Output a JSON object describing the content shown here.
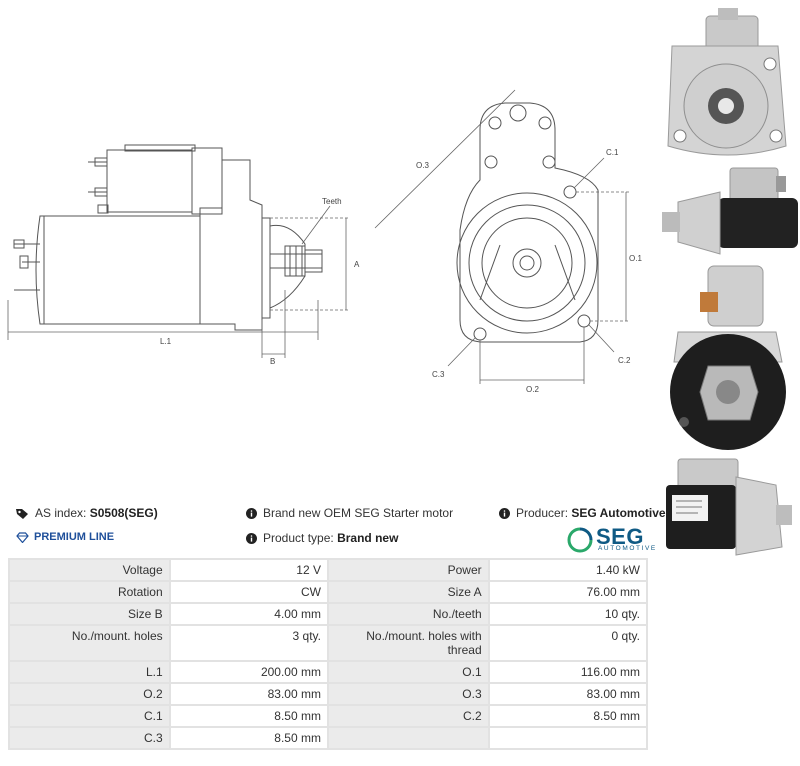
{
  "drawing_labels": {
    "teeth": "Teeth",
    "a": "A",
    "b": "B",
    "l1": "L.1",
    "o3": "O.3",
    "o1": "O.1",
    "o2": "O.2",
    "c1": "C.1",
    "c2": "C.2",
    "c3": "C.3"
  },
  "info": {
    "as_index_label": "AS index:",
    "as_index_value": "S0508(SEG)",
    "premium": "PREMIUM LINE",
    "description": "Brand new OEM SEG Starter motor",
    "product_type_label": "Product type:",
    "product_type_value": "Brand new",
    "producer_label": "Producer:",
    "producer_value": "SEG Automotive"
  },
  "logo": {
    "word": "SEG",
    "sub": "AUTOMOTIVE"
  },
  "icons": {
    "tag": "tag-icon",
    "diamond": "diamond-icon",
    "info": "info-circle-icon"
  },
  "colors": {
    "premium": "#1e4f9a",
    "logo_blue": "#0f5a84",
    "logo_green": "#2aa86a"
  },
  "specs": [
    [
      "Voltage",
      "12 V",
      "Power",
      "1.40 kW"
    ],
    [
      "Rotation",
      "CW",
      "Size A",
      "76.00 mm"
    ],
    [
      "Size B",
      "4.00 mm",
      "No./teeth",
      "10 qty."
    ],
    [
      "No./mount. holes",
      "3 qty.",
      "No./mount. holes with thread",
      "0 qty."
    ],
    [
      "L.1",
      "200.00 mm",
      "O.1",
      "116.00 mm"
    ],
    [
      "O.2",
      "83.00 mm",
      "O.3",
      "83.00 mm"
    ],
    [
      "C.1",
      "8.50 mm",
      "C.2",
      "8.50 mm"
    ],
    [
      "C.3",
      "8.50 mm",
      "",
      ""
    ]
  ]
}
